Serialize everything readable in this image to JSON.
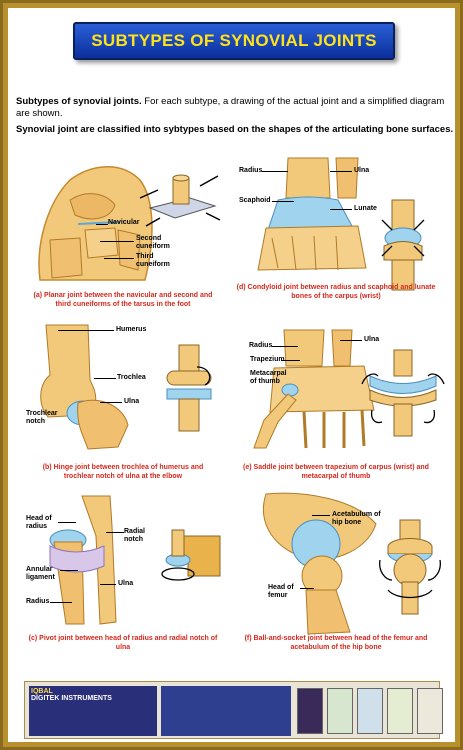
{
  "title": "SUBTYPES OF SYNOVIAL JOINTS",
  "intro": {
    "lead": "Subtypes of synovial joints.",
    "text": "For each subtype, a drawing of the actual joint and a simplified diagram are shown.",
    "line2": "Synovial joint are classified into sybtypes based on the shapes of the articulating bone surfaces."
  },
  "panels": {
    "a": {
      "labels": [
        "Navicular",
        "Second cuneiform",
        "Third cuneiform"
      ],
      "caption": "(a) Planar joint between the navicular and second and third cuneiforms of the tarsus in the foot"
    },
    "b": {
      "labels": [
        "Humerus",
        "Trochlea",
        "Ulna",
        "Trochlear notch"
      ],
      "caption": "(b) Hinge joint between trochlea of humerus and trochlear notch of ulna at the elbow"
    },
    "c": {
      "labels": [
        "Head of radius",
        "Radial notch",
        "Annular ligament",
        "Ulna",
        "Radius"
      ],
      "caption": "(c) Pivot joint between head of radius and radial notch of ulna"
    },
    "d": {
      "labels": [
        "Radius",
        "Ulna",
        "Scaphoid",
        "Lunate"
      ],
      "caption": "(d) Condyloid joint between radius and scaphoid and lunate bones of the carpus (wrist)"
    },
    "e": {
      "labels": [
        "Radius",
        "Ulna",
        "Trapezium",
        "Metacarpal of thumb"
      ],
      "caption": "(e) Saddle joint between trapezium of carpus (wrist) and metacarpal of thumb"
    },
    "f": {
      "labels": [
        "Acetabulum of hip bone",
        "Head of femur"
      ],
      "caption": "(f) Ball-and-socket joint between head of the femur and acetabulum of the hip bone"
    }
  },
  "footer": {
    "brand_name": "IQBAL",
    "brand_sub": "DIGITEK INSTRUMENTS"
  },
  "colors": {
    "banner": "#1b46c2",
    "title_text": "#ffe21a",
    "caption": "#d6281c",
    "bone": "#f2c97a",
    "cartilage": "#9fd3ee"
  }
}
